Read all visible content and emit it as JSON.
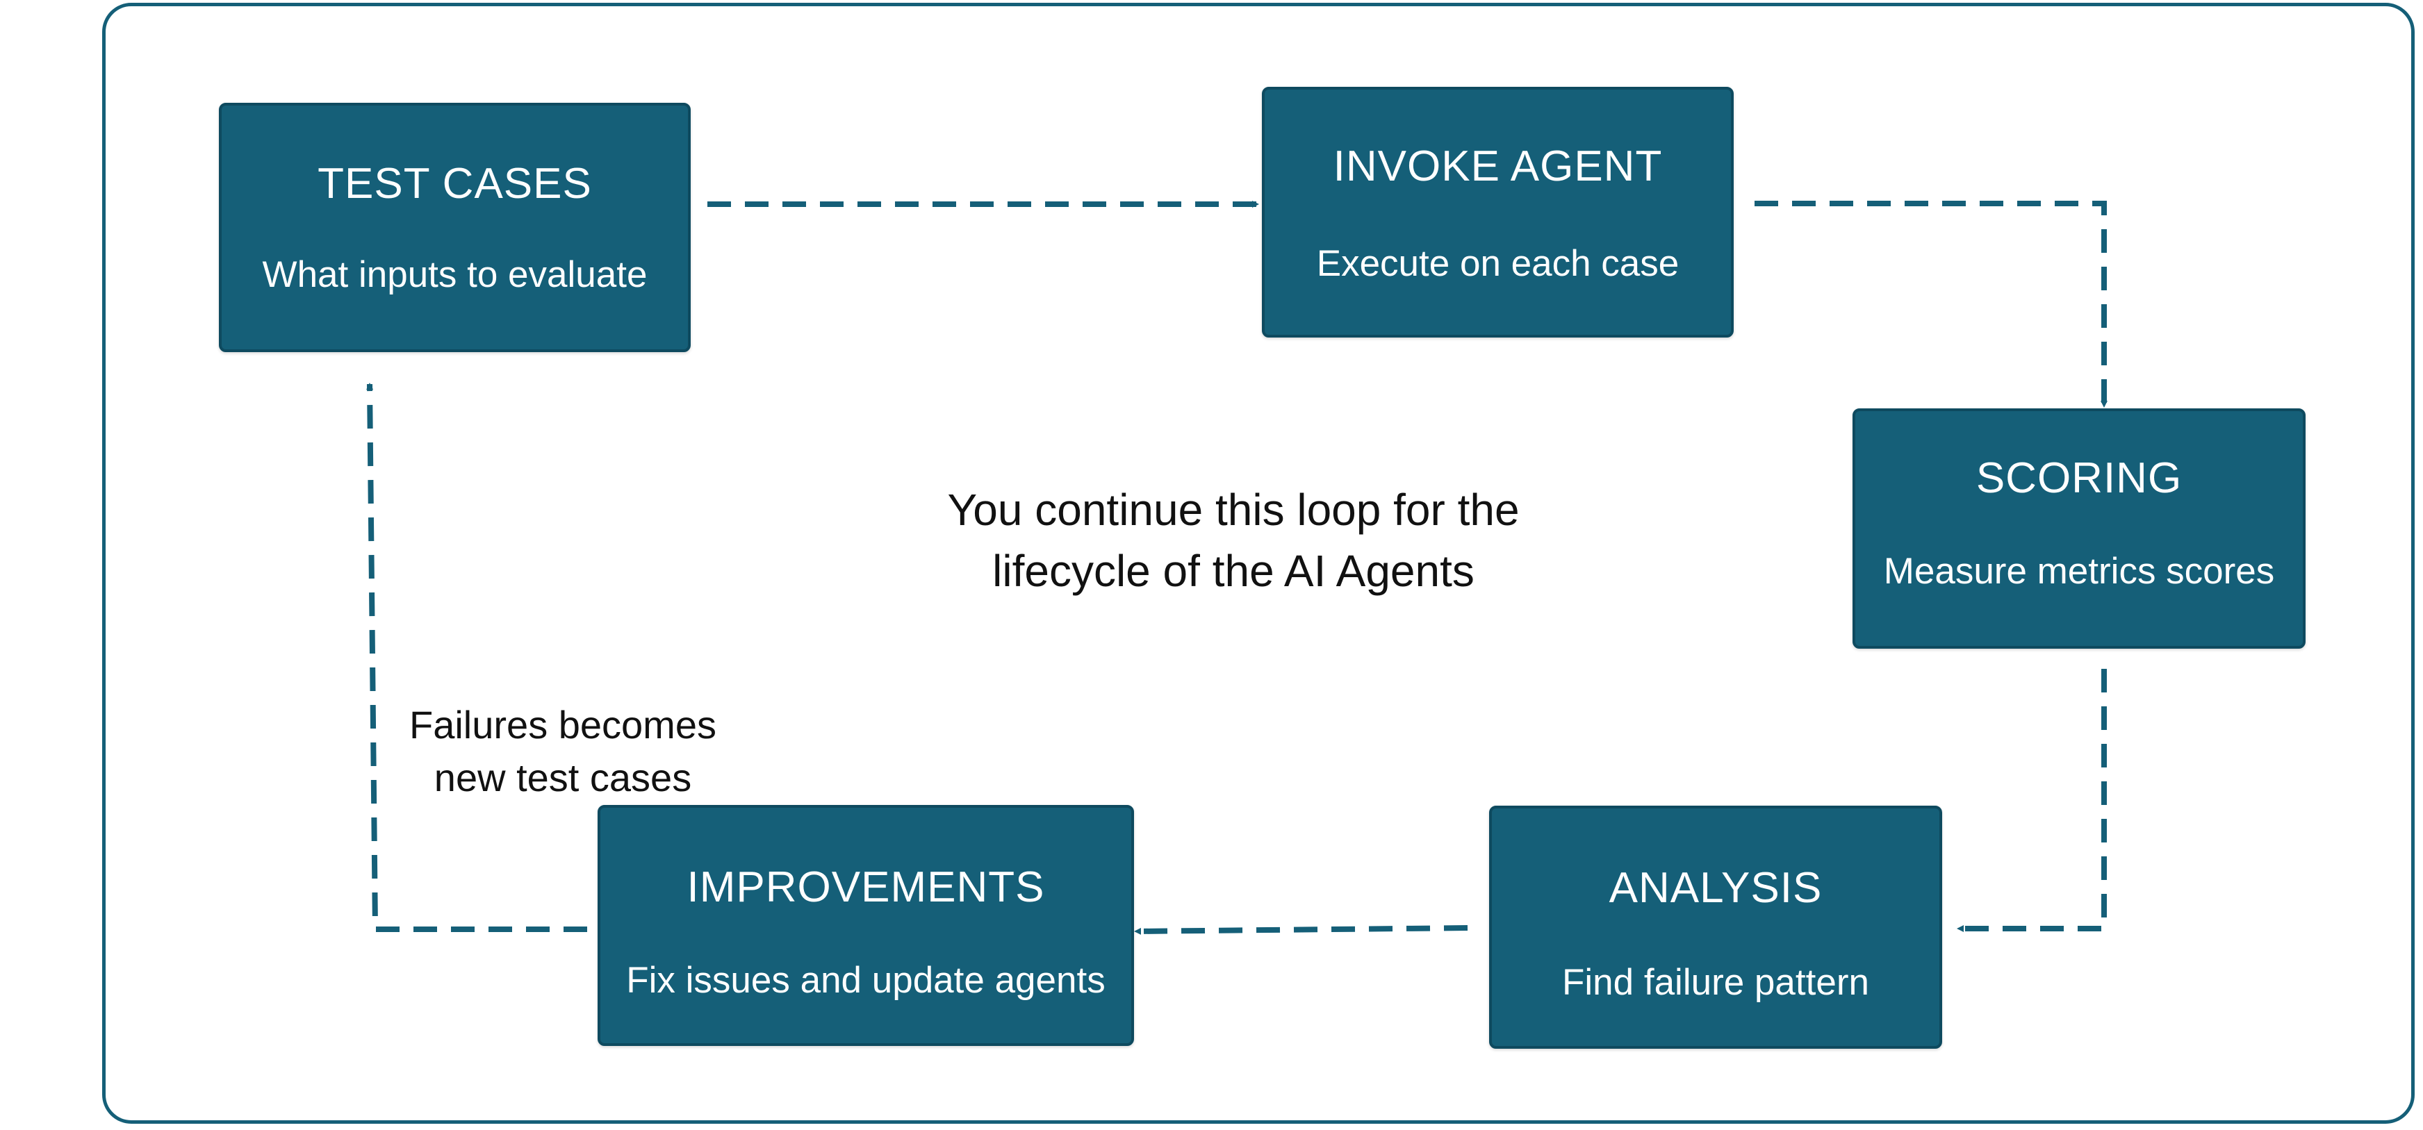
{
  "diagram": {
    "nodes": [
      {
        "id": "test-cases",
        "title": "TEST CASES",
        "subtitle": "What inputs to evaluate"
      },
      {
        "id": "invoke-agent",
        "title": "INVOKE AGENT",
        "subtitle": "Execute on each case"
      },
      {
        "id": "scoring",
        "title": "SCORING",
        "subtitle": "Measure metrics scores"
      },
      {
        "id": "analysis",
        "title": "ANALYSIS",
        "subtitle": "Find failure pattern"
      },
      {
        "id": "improvements",
        "title": "IMPROVEMENTS",
        "subtitle": "Fix issues and update agents"
      }
    ],
    "edges": [
      {
        "from": "test-cases",
        "to": "invoke-agent"
      },
      {
        "from": "invoke-agent",
        "to": "scoring"
      },
      {
        "from": "scoring",
        "to": "analysis"
      },
      {
        "from": "analysis",
        "to": "improvements"
      },
      {
        "from": "improvements",
        "to": "test-cases"
      }
    ],
    "center_caption": {
      "line1": "You continue this loop for the",
      "line2": "lifecycle of the AI Agents"
    },
    "feedback_caption": {
      "line1": "Failures becomes",
      "line2": "new test cases"
    },
    "colors": {
      "box_fill": "#155f78",
      "box_border": "#0e4a5f",
      "connector": "#155f78",
      "frame_border": "#155f78",
      "box_text": "#ffffff",
      "caption_text": "#111111"
    }
  }
}
